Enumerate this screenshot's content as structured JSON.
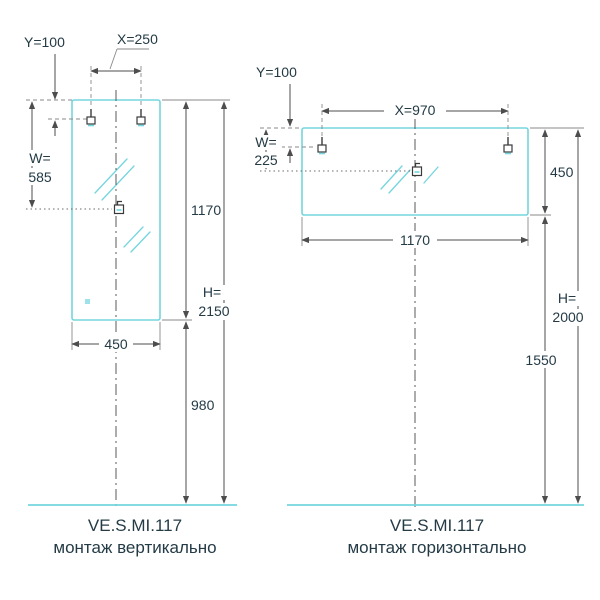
{
  "left": {
    "dim_y": "Y=100",
    "dim_x": "X=250",
    "dim_w_label": "W=",
    "dim_w_value": "585",
    "dim_mirror_height": "1170",
    "dim_h_label": "H=",
    "dim_h_value": "2150",
    "dim_mirror_width": "450",
    "dim_bottom": "980",
    "model": "VE.S.MI.117",
    "mode": "монтаж вертикально"
  },
  "right": {
    "dim_y": "Y=100",
    "dim_x": "X=970",
    "dim_w_label": "W=",
    "dim_w_value": "225",
    "dim_mirror_height": "450",
    "dim_mirror_width": "1170",
    "dim_h_label": "H=",
    "dim_h_value": "2000",
    "dim_bottom": "1550",
    "model": "VE.S.MI.117",
    "mode": "монтаж горизонтально"
  },
  "colors": {
    "accent": "#74d5de",
    "text": "#243b46",
    "line": "#4d4d4d"
  }
}
